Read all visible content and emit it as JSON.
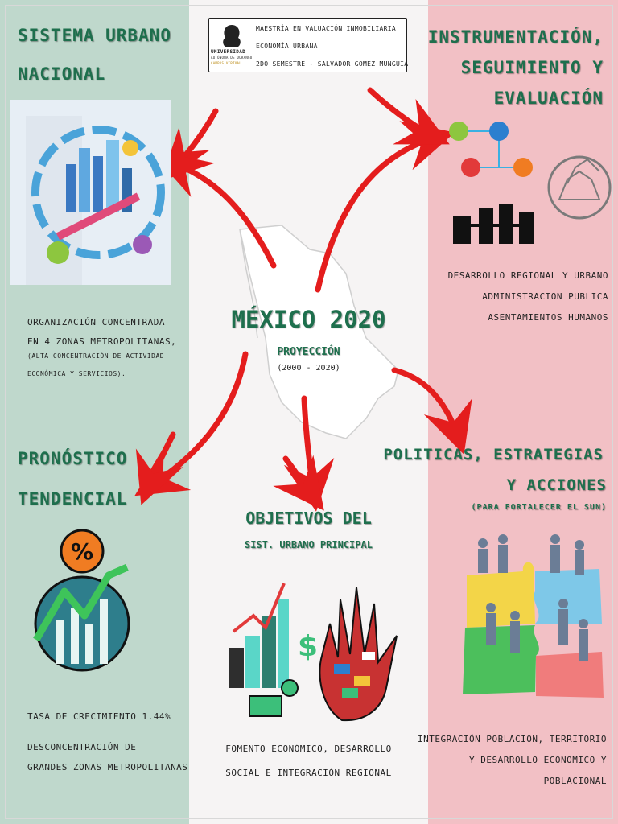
{
  "colors": {
    "left_panel": "#bfd8cc",
    "middle_panel": "#f6f4f4",
    "right_panel": "#f2c0c5",
    "heading_green": "#1e6f4d",
    "arrow_red": "#e41d1d"
  },
  "header": {
    "university_logo_text": "UNIVERSIDAD",
    "university_logo_sub": "AUTÓNOMA DE DURANGO",
    "university_logo_campus": "CAMPUS VIRTUAL",
    "line1": "Maestría en Valuación Inmobiliaria",
    "line2": "Economía Urbana",
    "line3": "2do Semestre - Salvador Gomez Munguia"
  },
  "center": {
    "title": "MÉXICO 2020",
    "subtitle": "PROYECCIÓN",
    "range": "(2000 - 2020)"
  },
  "sections": {
    "sistema": {
      "title_line1": "Sistema Urbano",
      "title_line2": "Nacional",
      "text1": "Organización concentrada",
      "text2": "en 4 zonas metropolitanas,",
      "text3": "(alta concentración de actividad",
      "text4": "económica y servicios)."
    },
    "instrumentacion": {
      "title_line1": "Instrumentación,",
      "title_line2": "seguimiento y",
      "title_line3": "evaluación",
      "item1": "Desarrollo regional y urbano",
      "item2": "Administracion Publica",
      "item3": "Asentamientos humanos"
    },
    "pronostico": {
      "title_line1": "Pronóstico",
      "title_line2": "tendencial",
      "text1": "tasa de crecimiento 1.44%",
      "text2": "desconcentración de",
      "text3": "grandes zonas metropolitanas"
    },
    "objetivos": {
      "title_line1": "Objetivos del",
      "title_line2": "Sist. Urbano principal",
      "text1": "Fomento económico, desarrollo",
      "text2": "social e integración regional"
    },
    "politicas": {
      "title_line1": "Politicas, estrategias",
      "title_line2": "y acciones",
      "title_sub": "(para fortalecer el SUN)",
      "text1": "Integración poblacion, territorio",
      "text2": "y desarrollo economico y",
      "text3": "poblacional"
    }
  }
}
